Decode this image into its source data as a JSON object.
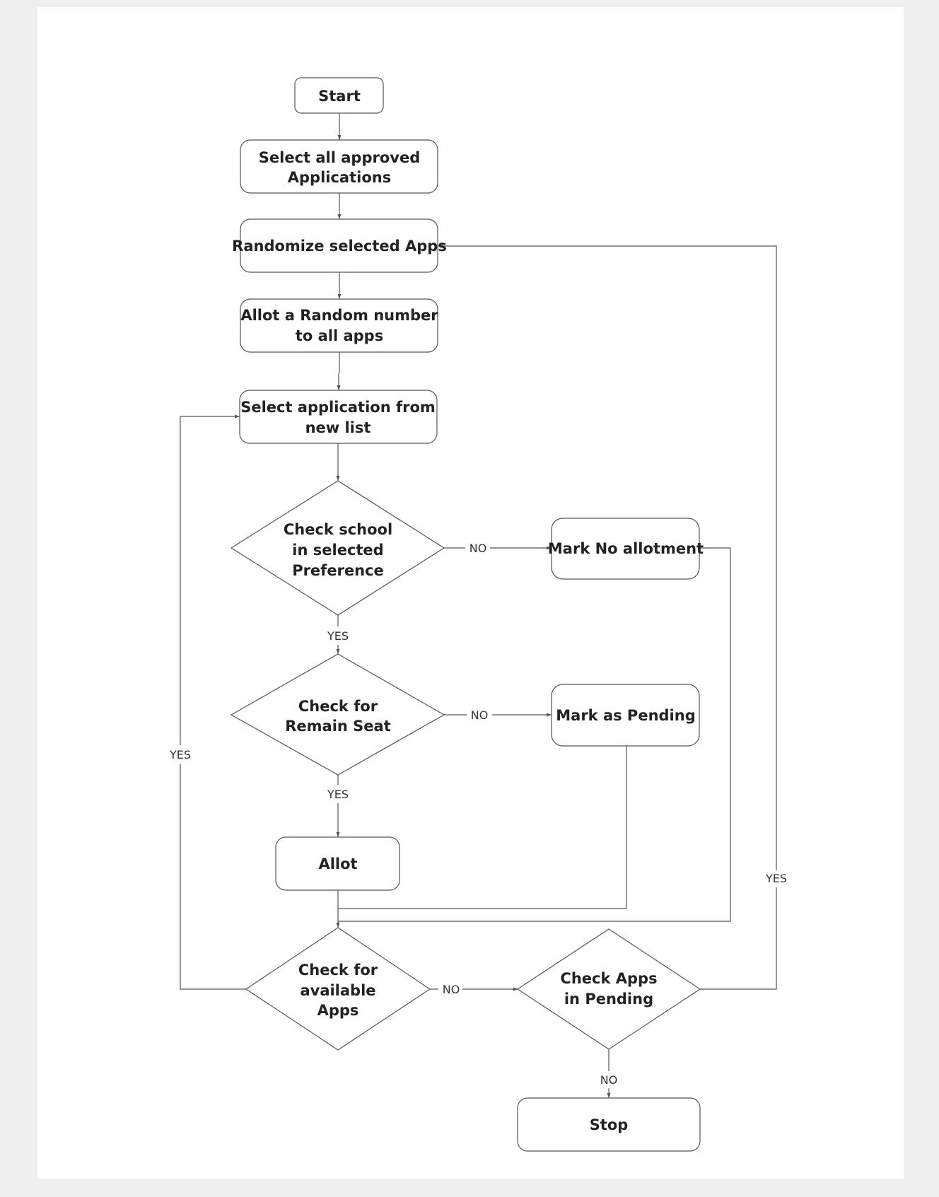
{
  "diagram": {
    "type": "flowchart",
    "nodes": {
      "start": {
        "shape": "rounded-rect",
        "lines": [
          "Start"
        ]
      },
      "select_approved": {
        "shape": "rounded-rect",
        "lines": [
          "Select all approved",
          "Applications"
        ]
      },
      "randomize": {
        "shape": "rounded-rect",
        "lines": [
          "Randomize selected Apps"
        ]
      },
      "allot_random": {
        "shape": "rounded-rect",
        "lines": [
          "Allot a Random number",
          "to all apps"
        ]
      },
      "select_app": {
        "shape": "rounded-rect",
        "lines": [
          "Select application from",
          "new list"
        ]
      },
      "check_school": {
        "shape": "diamond",
        "lines": [
          "Check school",
          "in selected",
          "Preference"
        ]
      },
      "mark_no_allotment": {
        "shape": "rounded-rect",
        "lines": [
          "Mark No allotment"
        ]
      },
      "check_seat": {
        "shape": "diamond",
        "lines": [
          "Check for",
          "Remain Seat"
        ]
      },
      "mark_pending": {
        "shape": "rounded-rect",
        "lines": [
          "Mark as Pending"
        ]
      },
      "allot": {
        "shape": "rounded-rect",
        "lines": [
          "Allot"
        ]
      },
      "check_available": {
        "shape": "diamond",
        "lines": [
          "Check for",
          "available",
          "Apps"
        ]
      },
      "check_pending": {
        "shape": "diamond",
        "lines": [
          "Check Apps",
          "in Pending"
        ]
      },
      "stop": {
        "shape": "rounded-rect",
        "lines": [
          "Stop"
        ]
      }
    },
    "edge_labels": {
      "school_no": "NO",
      "school_yes": "YES",
      "seat_no": "NO",
      "seat_yes": "YES",
      "available_yes": "YES",
      "available_no": "NO",
      "pending_yes": "YES",
      "pending_no": "NO"
    },
    "colors": {
      "stroke": "#555555",
      "text": "#222222",
      "background": "#ffffff",
      "page": "#efefef"
    }
  }
}
